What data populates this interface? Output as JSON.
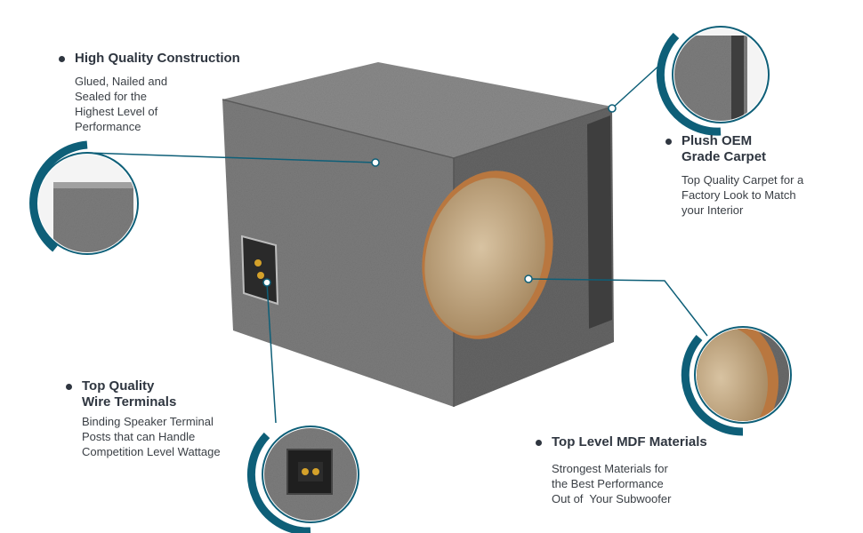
{
  "features": {
    "construction": {
      "title": "High Quality Construction",
      "desc_lines": [
        "Glued, Nailed and",
        "Sealed for the",
        "Highest Level of",
        "Performance"
      ]
    },
    "carpet": {
      "title_lines": [
        "Plush OEM",
        "Grade Carpet"
      ],
      "desc_lines": [
        "Top Quality Carpet for a",
        "Factory Look to Match",
        "your Interior"
      ]
    },
    "terminals": {
      "title_lines": [
        "Top Quality",
        "Wire Terminals"
      ],
      "desc_lines": [
        "Binding Speaker Terminal",
        "Posts that can Handle",
        "Competition Level Wattage"
      ]
    },
    "mdf": {
      "title": "Top Level MDF Materials",
      "desc_lines": [
        "Strongest Materials for",
        "the Best Performance",
        "Out of  Your Subwoofer"
      ]
    }
  },
  "colors": {
    "accent": "#0e5f78",
    "carpet": "#7a7a7a",
    "carpet_dark": "#5e5e5e",
    "mdf": "#c8ad88",
    "mdf_edge": "#b9773f",
    "text": "#2f3640"
  }
}
